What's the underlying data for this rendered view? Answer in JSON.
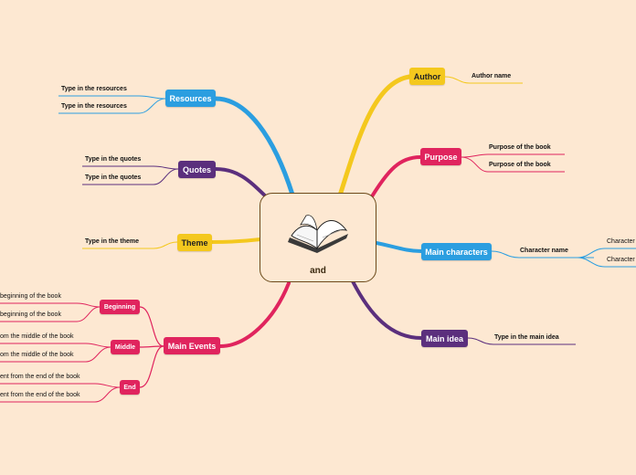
{
  "central": {
    "label": "and",
    "icon": "open-book-icon"
  },
  "colors": {
    "author": "#f4c81e",
    "purpose": "#e0245e",
    "main_characters": "#2b9ee0",
    "main_idea": "#5b2f7d",
    "resources": "#2b9ee0",
    "quotes": "#5b2f7d",
    "theme": "#f4c81e",
    "main_events": "#e0245e",
    "background": "#fde8d2"
  },
  "branches": {
    "author": {
      "label": "Author",
      "children": [
        "Author name"
      ]
    },
    "purpose": {
      "label": "Purpose",
      "children": [
        "Purpose of the book",
        "Purpose of the book"
      ]
    },
    "main_characters": {
      "label": "Main characters",
      "character": "Character name",
      "children": [
        "Character",
        "Character"
      ]
    },
    "main_idea": {
      "label": "Main idea",
      "children": [
        "Type in the main idea"
      ]
    },
    "resources": {
      "label": "Resources",
      "children": [
        "Type in the resources",
        "Type in the resources"
      ]
    },
    "quotes": {
      "label": "Quotes",
      "children": [
        "Type in the quotes",
        "Type in the quotes"
      ]
    },
    "theme": {
      "label": "Theme",
      "children": [
        "Type in the theme"
      ]
    },
    "main_events": {
      "label": "Main Events",
      "beginning": {
        "label": "Beginning",
        "children": [
          "beginning of the book",
          "beginning of the book"
        ]
      },
      "middle": {
        "label": "Middle",
        "children": [
          "om the middle of the book",
          "om the middle of the book"
        ]
      },
      "end": {
        "label": "End",
        "children": [
          "ent from the end of the book",
          "ent from the end of the book"
        ]
      }
    }
  }
}
